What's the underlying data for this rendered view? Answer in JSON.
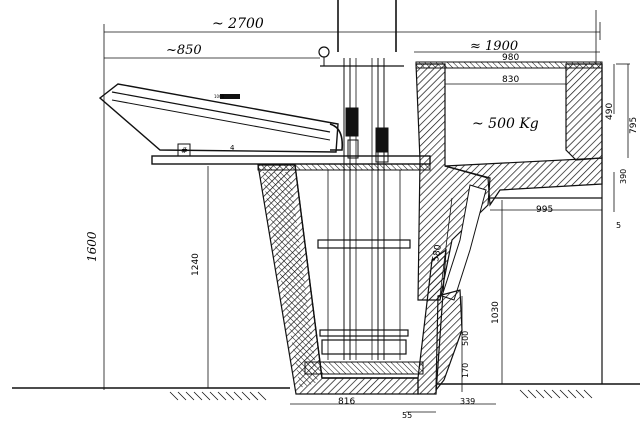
{
  "dimensions": {
    "overall_width": "~ 2700",
    "left_arm": "~850",
    "right_section": "≈ 1900",
    "top_tank_width": "980",
    "inner_width": "830",
    "load": "~ 500 Kg",
    "overall_height": "1600",
    "height_1240": "1240",
    "height_490": "490",
    "height_795": "795",
    "height_390": "390",
    "height_5": "5",
    "width_995": "995",
    "slope_580": "580",
    "height_1030": "1030",
    "height_500": "500",
    "height_170": "170",
    "bottom_816": "816",
    "bottom_55": "55",
    "bottom_339": "339",
    "panel_label_a": "1000",
    "box_label": "#",
    "box_label_b": "4"
  },
  "colors": {
    "ink": "#111111",
    "paper": "#ffffff"
  }
}
